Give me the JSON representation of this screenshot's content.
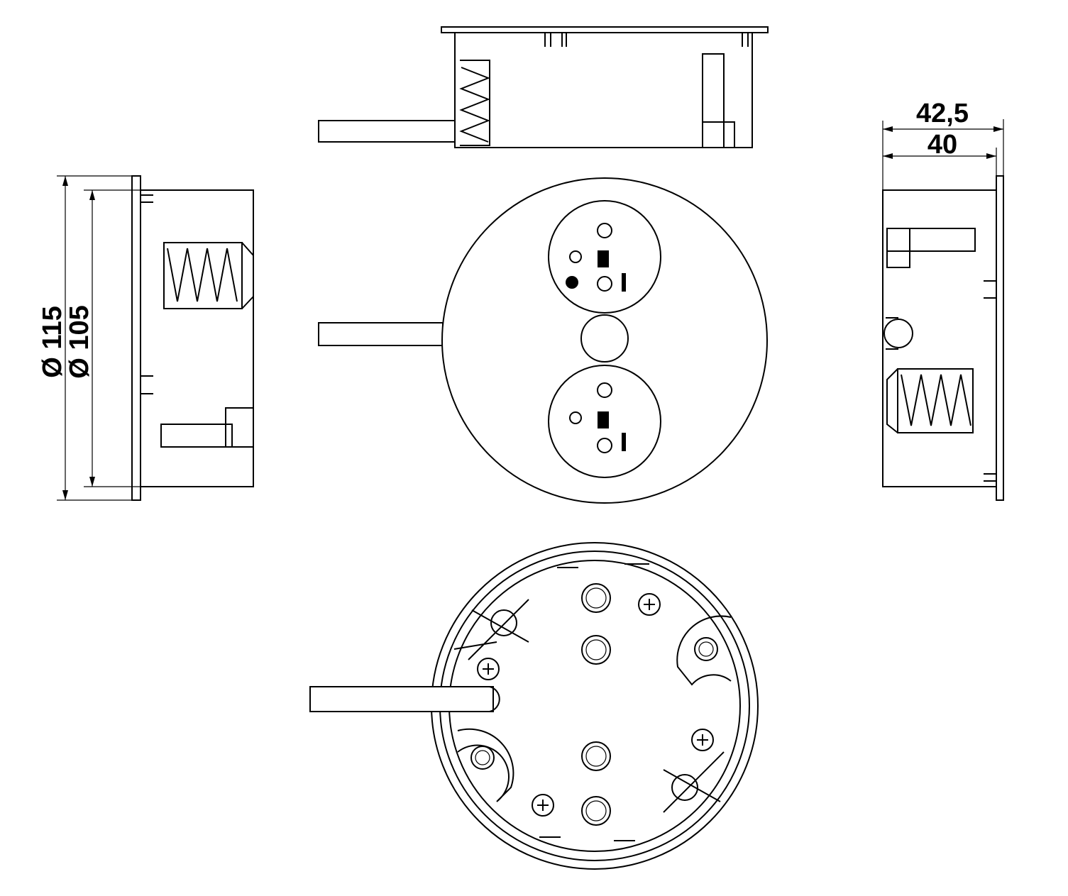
{
  "dimensions": {
    "outer_diameter": "Ø 115",
    "inner_diameter": "Ø 105",
    "total_depth": "42,5",
    "body_depth": "40"
  },
  "colors": {
    "line": "#000000",
    "background": "#ffffff"
  }
}
